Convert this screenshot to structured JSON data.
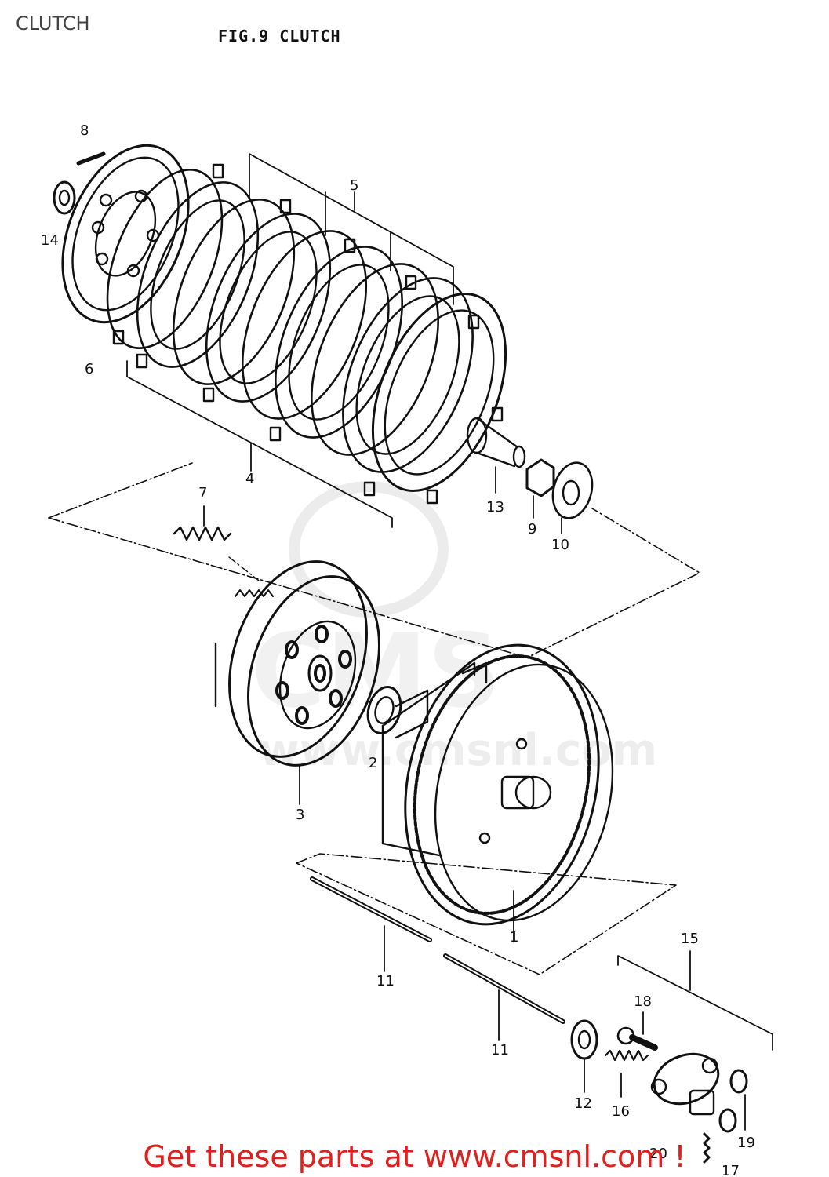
{
  "header": {
    "page_title": "CLUTCH",
    "figure_title": "FIG.9  CLUTCH"
  },
  "watermark": {
    "url_text": "www.cmsnl.com"
  },
  "callouts": [
    "1",
    "2",
    "3",
    "4",
    "5",
    "6",
    "7",
    "8",
    "9",
    "10",
    "11",
    "11",
    "12",
    "13",
    "14",
    "15",
    "16",
    "17",
    "18",
    "19",
    "20"
  ],
  "footer": {
    "promo_text": "Get these parts at www.cmsnl.com !"
  },
  "colors": {
    "line": "#111111",
    "promo": "#e0201c",
    "watermark": "#d9d9d9"
  }
}
